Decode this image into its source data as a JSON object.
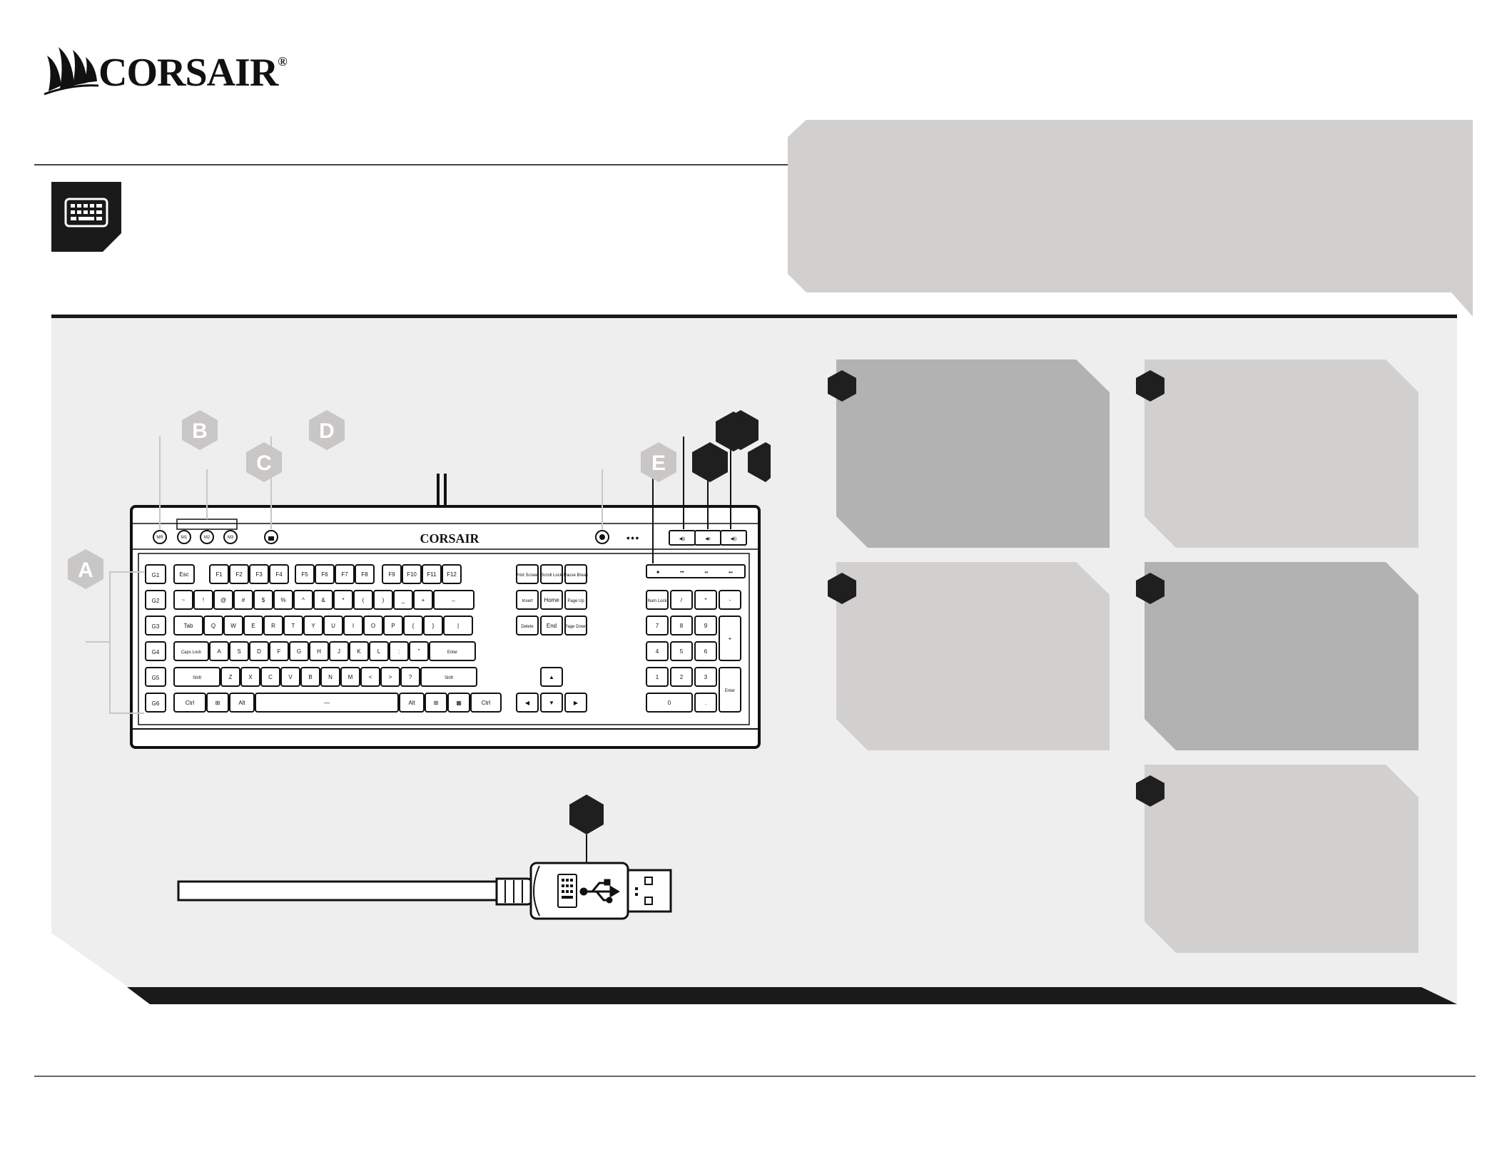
{
  "brand": {
    "name": "CORSAIR",
    "registered_mark": "®",
    "keyboard_logo": "CORSAIR"
  },
  "colors": {
    "dark": "#1a1a1a",
    "panel_light": "#d2cfcf",
    "panel_mid": "#b2b2b2",
    "diagram_bg": "#eeeeee",
    "callout_hex": "#c9c6c6",
    "marker_hex": "#1f1f1f"
  },
  "icons": {
    "header_icon": "keyboard-icon",
    "usb": "usb-icon",
    "logo": "sails-logo-icon"
  },
  "callouts": {
    "a": "A",
    "b": "B",
    "c": "C",
    "d": "D",
    "e": "E"
  },
  "keyboard": {
    "top_buttons": [
      "MR",
      "M1",
      "M2",
      "M3"
    ],
    "g_keys": [
      "G1",
      "G2",
      "G3",
      "G4",
      "G5",
      "G6"
    ],
    "function_row": [
      "Esc",
      "F1",
      "F2",
      "F3",
      "F4",
      "F5",
      "F6",
      "F7",
      "F8",
      "F9",
      "F10",
      "F11",
      "F12"
    ],
    "nav_top": [
      "Print Screen",
      "Scroll Lock",
      "Pause Break"
    ],
    "nav_mid": [
      "Insert",
      "Home",
      "Page Up",
      "Delete",
      "End",
      "Page Down"
    ],
    "media_keys": [
      "■",
      "⏮",
      "⏯",
      "⏭"
    ],
    "number_row": [
      "~",
      "!",
      "@",
      "#",
      "$",
      "%",
      "^",
      "&",
      "*",
      "(",
      ")",
      "_",
      "+"
    ],
    "row_q": [
      "Tab",
      "Q",
      "W",
      "E",
      "R",
      "T",
      "Y",
      "U",
      "I",
      "O",
      "P",
      "{",
      "}",
      "|"
    ],
    "row_a": [
      "Caps Lock",
      "A",
      "S",
      "D",
      "F",
      "G",
      "H",
      "J",
      "K",
      "L",
      ":",
      "\"",
      "Enter"
    ],
    "row_z": [
      "Shift",
      "Z",
      "X",
      "C",
      "V",
      "B",
      "N",
      "M",
      "<",
      ">",
      "?",
      "Shift"
    ],
    "row_space": [
      "Ctrl",
      "Alt",
      "Alt",
      "Ctrl"
    ],
    "numpad": [
      "Num Lock",
      "/",
      "*",
      "-",
      "7",
      "8",
      "9",
      "+",
      "4",
      "5",
      "6",
      "1",
      "2",
      "3",
      "Enter",
      "0",
      "."
    ]
  }
}
